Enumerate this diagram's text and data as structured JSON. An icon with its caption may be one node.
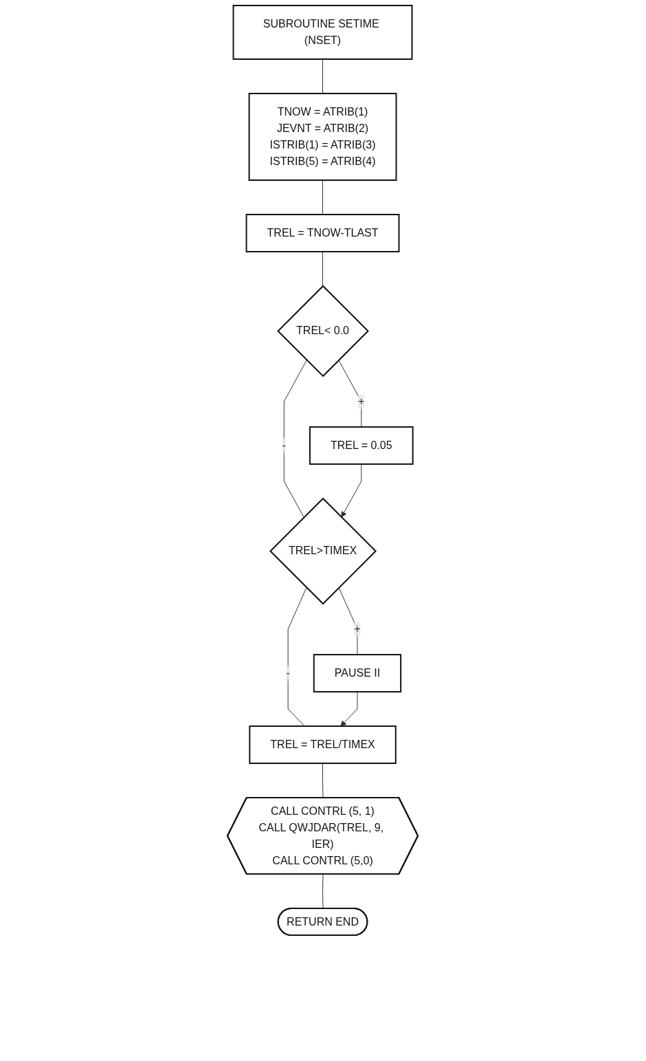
{
  "diagram": {
    "nodes": [
      {
        "text": [
          "SUBROUTINE SETIME (NSET)"
        ]
      },
      {
        "text": [
          "TNOW = ATRIB(1)",
          "JEVNT = ATRIB(2)",
          "ISTRIB(1) = ATRIB(3)",
          "ISTRIB(5) = ATRIB(4)"
        ]
      },
      {
        "text": [
          "TREL = TNOW-TLAST"
        ]
      },
      {
        "text": [
          "TREL< 0.0"
        ]
      },
      {
        "text": [
          "TREL = 0.05"
        ]
      },
      {
        "text": [
          "TREL>TIMEX"
        ]
      },
      {
        "text": [
          "PAUSE II"
        ]
      },
      {
        "text": [
          "TREL = TREL/TIMEX"
        ]
      },
      {
        "text": [
          "CALL CONTRL (5, 1)",
          "CALL QWJDAR(TREL, 9, IER)",
          "CALL CONTRL (5,0)"
        ]
      },
      {
        "text": [
          "RETURN END"
        ]
      }
    ],
    "edges": [
      {
        "from": 0,
        "to": 1,
        "arrow": "none"
      },
      {
        "from": 1,
        "to": 2,
        "arrow": "none"
      },
      {
        "from": 2,
        "to": 3,
        "arrow": "none"
      },
      {
        "from": 3,
        "to": 4,
        "label": "+",
        "arrow": "none"
      },
      {
        "from": 3,
        "to": 5,
        "label": "-",
        "arrow": "none"
      },
      {
        "from": 4,
        "to": 5,
        "arrow": "to"
      },
      {
        "from": 5,
        "to": 6,
        "label": "+",
        "arrow": "none"
      },
      {
        "from": 5,
        "to": 7,
        "label": "-",
        "arrow": "none"
      },
      {
        "from": 6,
        "to": 7,
        "arrow": "to"
      },
      {
        "from": 7,
        "to": 8,
        "arrow": "none"
      },
      {
        "from": 8,
        "to": 9,
        "arrow": "none"
      }
    ]
  }
}
